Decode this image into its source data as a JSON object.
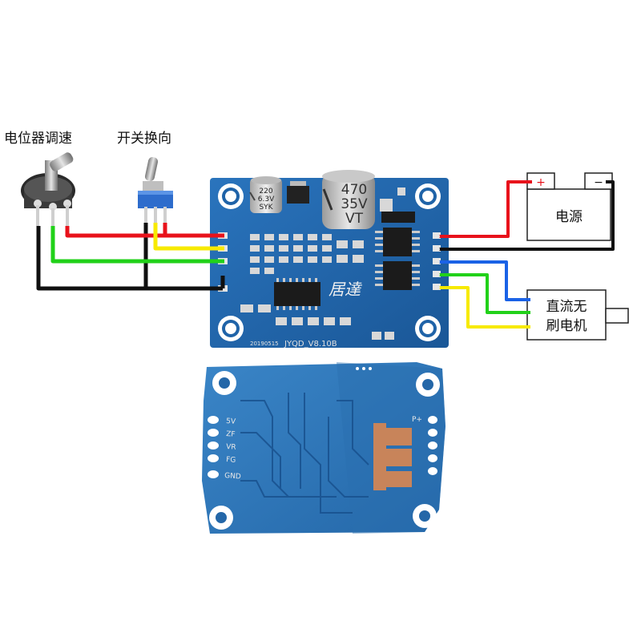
{
  "labels": {
    "potentiometer": "电位器调速",
    "switch": "开关换向",
    "battery": "电源",
    "battery_plus": "+",
    "battery_minus": "−",
    "motor_line1": "直流无",
    "motor_line2": "刷电机"
  },
  "board_top": {
    "cap_small": [
      "220",
      "6.3V",
      "SYK"
    ],
    "cap_large": [
      "470",
      "35V",
      "VT"
    ],
    "date_code": "20190515",
    "model": "JYQD_V8.10B",
    "logo": "居達"
  },
  "board_bottom": {
    "pins_left": [
      "5V",
      "ZF",
      "VR",
      "FG",
      "GND"
    ],
    "pin_right": "P+"
  },
  "colors": {
    "board": "#1f63a8",
    "board_dark": "#164c86",
    "wire_red": "#e8121b",
    "wire_green": "#21d119",
    "wire_yellow": "#f7ea00",
    "wire_black": "#101010",
    "wire_blue": "#1a62e6"
  }
}
